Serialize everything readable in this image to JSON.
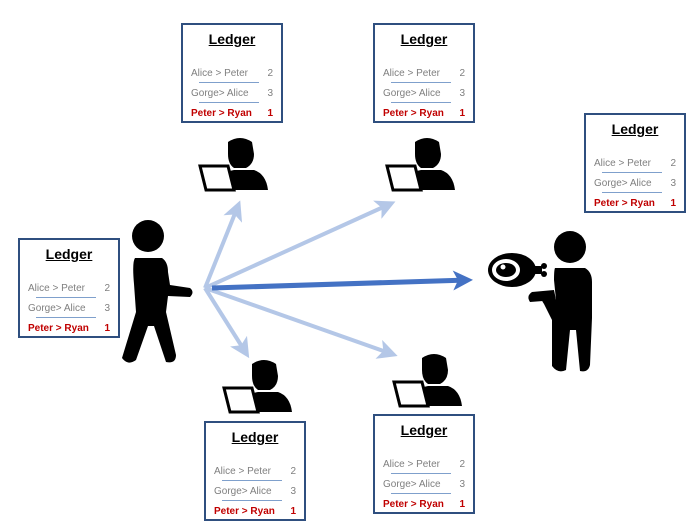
{
  "ledgers": [
    {
      "title": "Ledger",
      "rows": [
        {
          "text": "Alice > Peter",
          "value": "2"
        },
        {
          "text": "Gorge> Alice",
          "value": "3"
        },
        {
          "text": "Peter  > Ryan",
          "value": "1"
        }
      ]
    },
    {
      "title": "Ledger",
      "rows": [
        {
          "text": "Alice > Peter",
          "value": "2"
        },
        {
          "text": "Gorge> Alice",
          "value": "3"
        },
        {
          "text": "Peter  > Ryan",
          "value": "1"
        }
      ]
    },
    {
      "title": "Ledger",
      "rows": [
        {
          "text": "Alice > Peter",
          "value": "2"
        },
        {
          "text": "Gorge> Alice",
          "value": "3"
        },
        {
          "text": "Peter  > Ryan",
          "value": "1"
        }
      ]
    },
    {
      "title": "Ledger",
      "rows": [
        {
          "text": "Alice > Peter",
          "value": "2"
        },
        {
          "text": "Gorge> Alice",
          "value": "3"
        },
        {
          "text": "Peter  > Ryan",
          "value": "1"
        }
      ]
    },
    {
      "title": "Ledger",
      "rows": [
        {
          "text": "Alice > Peter",
          "value": "2"
        },
        {
          "text": "Gorge> Alice",
          "value": "3"
        },
        {
          "text": "Peter  > Ryan",
          "value": "1"
        }
      ]
    },
    {
      "title": "Ledger",
      "rows": [
        {
          "text": "Alice > Peter",
          "value": "2"
        },
        {
          "text": "Gorge> Alice",
          "value": "3"
        },
        {
          "text": "Peter  > Ryan",
          "value": "1"
        }
      ]
    }
  ],
  "colors": {
    "ledger_border": "#2f4f7f",
    "highlight_text": "#c00000",
    "arrow_main": "#4472c4",
    "arrow_faint": "#b4c7e7",
    "figure": "#000000"
  },
  "icons": {
    "sender": "walking-person-icon",
    "receiver": "person-holding-meat-icon",
    "node": "person-with-laptop-icon",
    "item": "ham-icon"
  }
}
